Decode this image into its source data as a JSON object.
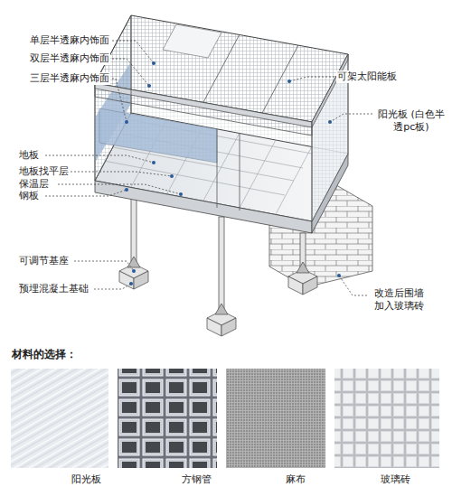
{
  "diagram": {
    "labels": [
      "单层半透麻内饰面",
      "双层半透麻内饰面",
      "三层半透麻内饰面",
      "可架太阳能板",
      "阳光板 (白色半透pc板)",
      "地板",
      "地板找平层",
      "保温层",
      "钢板",
      "可调节基座",
      "预埋混凝土基础",
      "改造后围墙 加入玻璃砖",
      "材料的选择：",
      "阳光板",
      "方钢管",
      "麻布",
      "玻璃砖"
    ]
  }
}
